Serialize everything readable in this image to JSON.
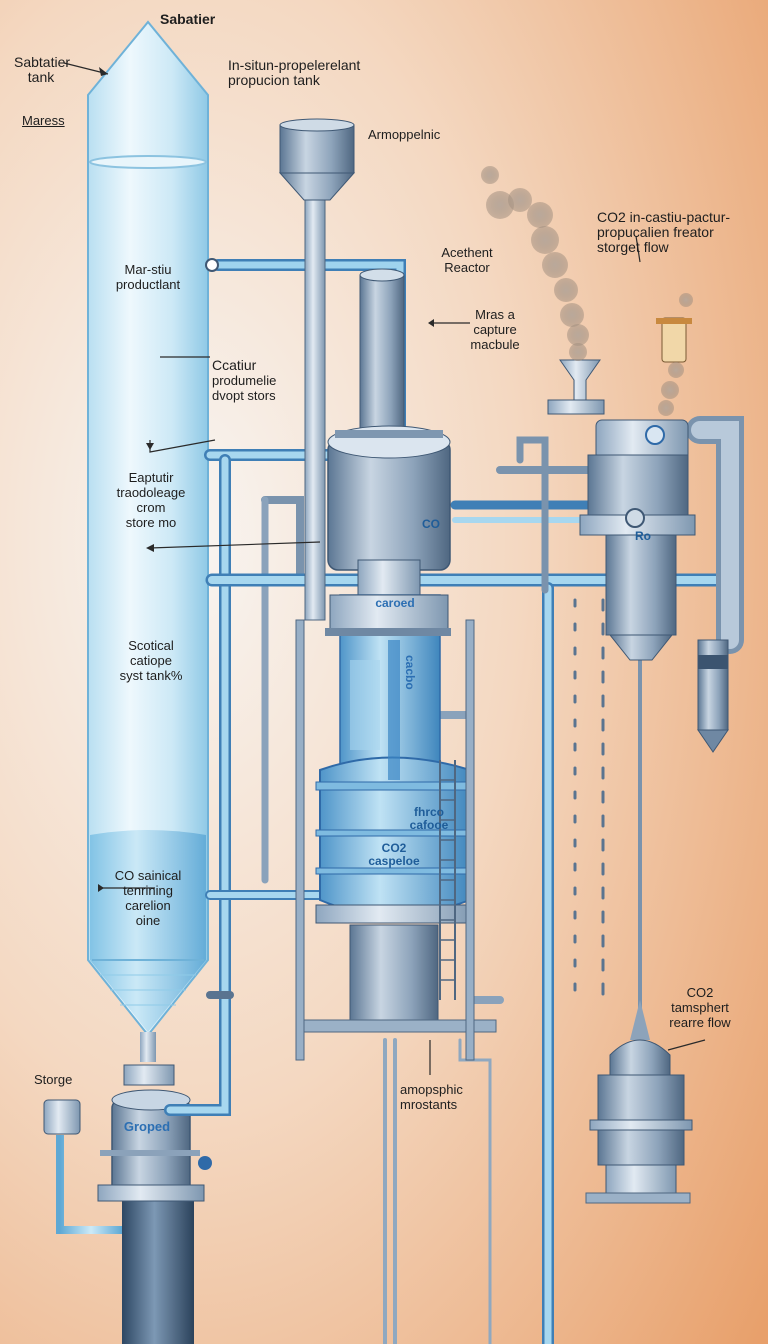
{
  "labels": {
    "top_title": "Sabatier",
    "sabatier_tank": "Sabtatier\ntank",
    "maress": "Maress",
    "isru_tank": "In-situn-propelerelant\npropucion tank",
    "atmospheric": "Armoppelnic",
    "co2_flow": "CO2  in-castiu-pactur-\npropucalien freator\nstorget flow",
    "acetent_reactor": "Acethent\nReactor",
    "mars_capture": "Mras a\ncapture\nmacbule",
    "mars_product": "Mar-stiu\nproductlant",
    "ccatiur": "Ccatiur",
    "produmelie": "produmelie\ndvopt stors",
    "eaptutir": "Eaptutir\ntraodoleage\ncrom\nstore mo",
    "scotical": "Scotical\ncatiope\nsyst tank%",
    "co_sainical": "CO sainical\ntenrining\ncarelion\noine",
    "storge": "Storge",
    "co2_transphert": "CO2\ntamsphert\nrearre flow",
    "amopsphic": "amopsphic\nmrostants"
  },
  "tags": {
    "cargo_top": "caroed",
    "vertical_tag": "cacbo",
    "vessel_a": "fhrco\ncafooe",
    "vessel_b": "CO2\ncaspeloe",
    "storage": "Groped",
    "ro": "Ro",
    "co_small": "CO"
  },
  "colors": {
    "background_top": "#f5f2ef",
    "background_bottom": "#e9a36e",
    "pipe_blue": "#7ec3e6",
    "steel": "#6f8aa6",
    "tag_blue": "#2c6fb3"
  }
}
